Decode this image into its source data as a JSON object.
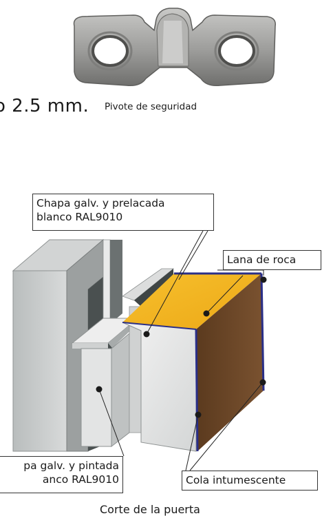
{
  "spec": {
    "thickness_text": "o 2.5 mm.",
    "pivot_label": "Pivote de seguridad"
  },
  "callouts": {
    "top_sheet_line1": "Chapa galv. y prelacada",
    "top_sheet_line2": "blanco RAL9010",
    "rock_wool": "Lana de roca",
    "bottom_sheet_line1": "pa galv. y pintada",
    "bottom_sheet_line2": "anco RAL9010",
    "intumescent": "Cola intumescente"
  },
  "caption": "Corte de la puerta",
  "colors": {
    "rock_wool": "#f3b61f",
    "intumescent_glue": "#6a4424",
    "edge_seal": "#2a2f88",
    "steel_light": "#e6e6e6",
    "steel_dark": "#555b5b",
    "pivot_metal": "#9a9a98"
  }
}
